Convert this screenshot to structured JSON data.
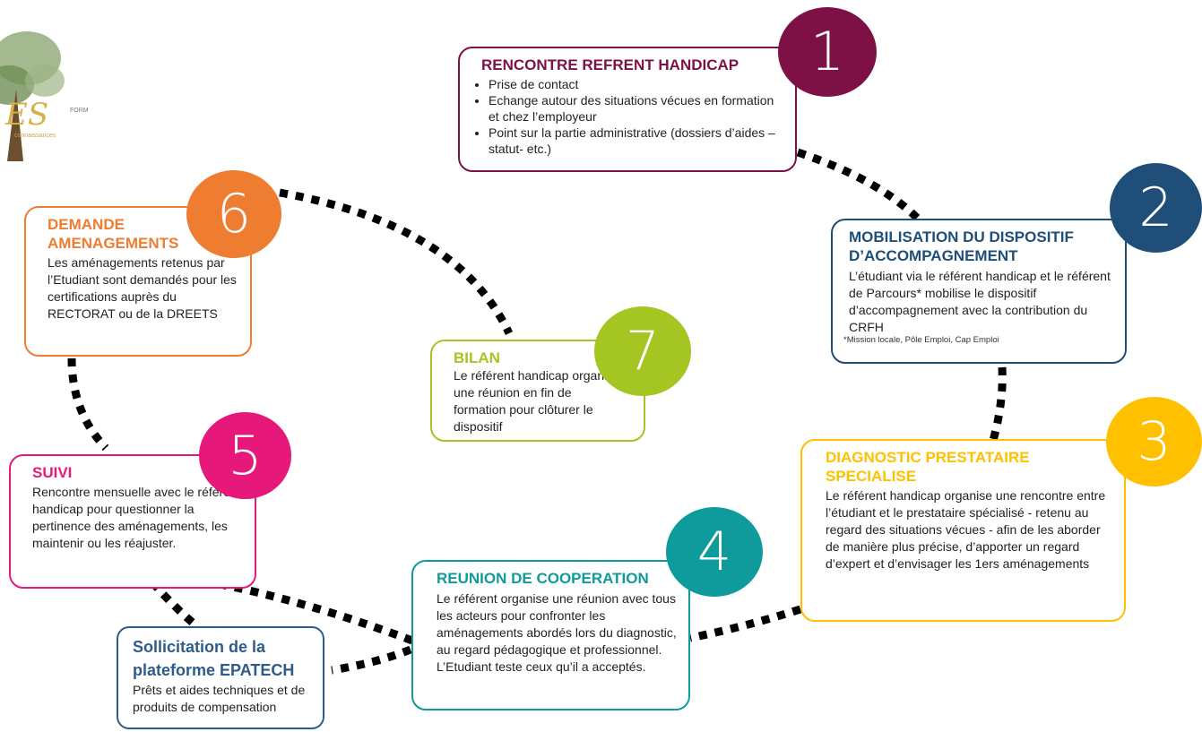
{
  "logo": {
    "letters": "ES",
    "tagline": "connaissances",
    "suffix": "FORM"
  },
  "steps": [
    {
      "number": "1",
      "title": "RENCONTRE REFRENT HANDICAP",
      "bullets": [
        "Prise de contact",
        "Echange autour des situations vécues en formation et chez l’employeur",
        "Point sur la partie administrative (dossiers d’aides – statut- etc.)"
      ],
      "color": "#7d1146"
    },
    {
      "number": "2",
      "title": "MOBILISATION DU DISPOSITIF D’ACCOMPAGNEMENT",
      "body": "L’étudiant via le référent handicap et le référent de Parcours* mobilise le dispositif d’accompagnement avec la contribution du CRFH",
      "footnote": "*Mission locale, Pôle Emploi, Cap Emploi",
      "color": "#1f4e79"
    },
    {
      "number": "3",
      "title": "DIAGNOSTIC PRESTATAIRE SPECIALISE",
      "body": "Le référent handicap organise une rencontre entre l’étudiant et le prestataire spécialisé - retenu au regard des situations vécues - afin de les aborder de manière plus précise, d’apporter un regard d’expert et d’envisager les 1ers aménagements",
      "color": "#ffc000"
    },
    {
      "number": "4",
      "title": "REUNION DE COOPERATION",
      "body": "Le référent organise une réunion avec tous les acteurs pour confronter les aménagements abordés lors du diagnostic, au regard pédagogique et professionnel. L’Etudiant teste ceux qu’il a acceptés.",
      "color": "#0f9b9b"
    },
    {
      "number": "5",
      "title": "SUIVI",
      "body": "Rencontre mensuelle avec le référent handicap pour questionner la pertinence des aménagements, les maintenir ou les réajuster.",
      "color": "#e6197a"
    },
    {
      "number": "6",
      "title": "DEMANDE AMENAGEMENTS",
      "body": "Les aménagements retenus par l’Etudiant sont demandés pour les certifications auprès du RECTORAT ou de la DREETS",
      "color": "#ee7d31"
    },
    {
      "number": "7",
      "title": "BILAN",
      "body": "Le référent handicap organise une réunion en fin de formation pour clôturer le dispositif",
      "color": "#a5c523"
    }
  ],
  "epatech": {
    "title": "Sollicitation de la plateforme EPATECH",
    "body": "Prêts et aides techniques et de produits de compensation",
    "color": "#2e5c8a"
  }
}
